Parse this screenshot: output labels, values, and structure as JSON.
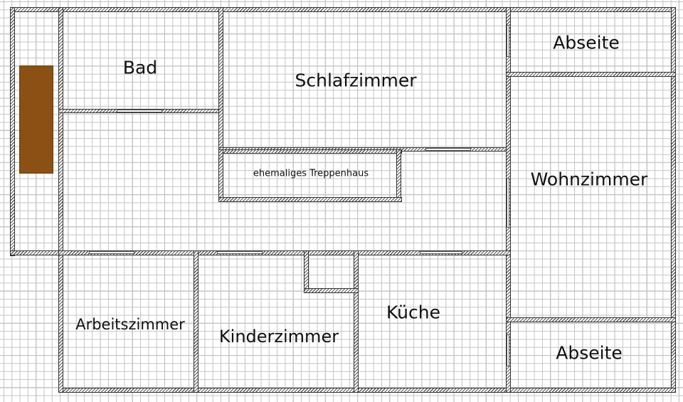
{
  "floorplan": {
    "rooms": {
      "bad": "Bad",
      "schlafzimmer": "Schlafzimmer",
      "abseite_top": "Abseite",
      "wohnzimmer": "Wohnzimmer",
      "treppenhaus": "ehemaliges Treppenhaus",
      "arbeitszimmer": "Arbeitszimmer",
      "kinderzimmer": "Kinderzimmer",
      "kueche": "Küche",
      "abseite_bottom": "Abseite"
    },
    "colors": {
      "chimney": "#8b5013",
      "wall_hatch": "#5a5a5a",
      "grid_minor": "#c4c4c4",
      "grid_major": "#8a8a8a"
    }
  }
}
